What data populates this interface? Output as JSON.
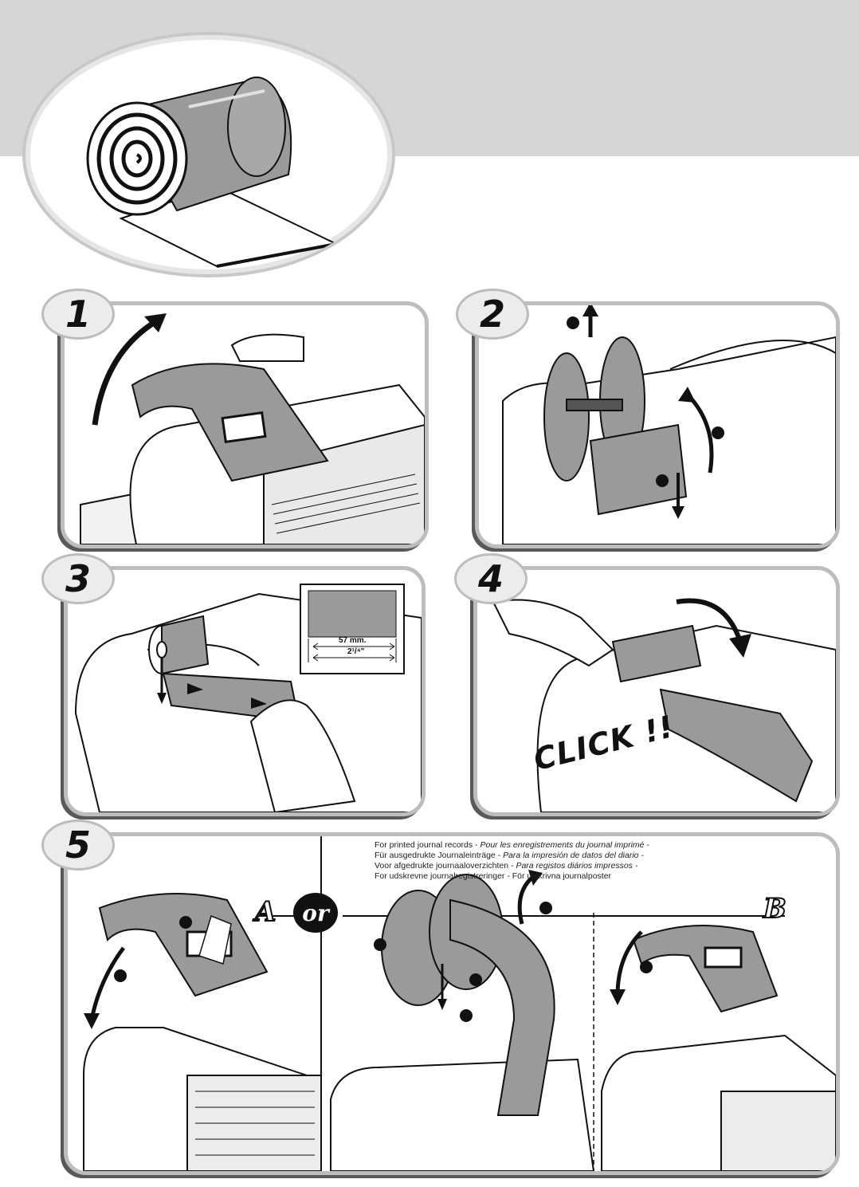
{
  "steps": [
    {
      "number": "1"
    },
    {
      "number": "2"
    },
    {
      "number": "3"
    },
    {
      "number": "4"
    },
    {
      "number": "5"
    }
  ],
  "step3": {
    "width_mm": "57 mm.",
    "width_in": "2¹/⁴\""
  },
  "step4": {
    "click": "CLICK !!"
  },
  "step5": {
    "option_a": "A",
    "or_label": "or",
    "option_b": "B",
    "journal_note": [
      {
        "plain": "For printed journal records - ",
        "italic": "Pour les enregistrements du journal imprimé -"
      },
      {
        "plain": "Für ausgedrukte Journaleinträge - ",
        "italic": "Para la impresión de datos del diario -"
      },
      {
        "plain": "Voor afgedrukte journaaloverzichten - ",
        "italic": "Para registos diários impressos -"
      },
      {
        "plain": "For udskrevne journalregistreringer - För utskrivna journalposter",
        "italic": ""
      }
    ]
  },
  "colors": {
    "paper": "#9a9a9a",
    "band": "#d6d6d6",
    "frame": "#bdbdbd"
  }
}
